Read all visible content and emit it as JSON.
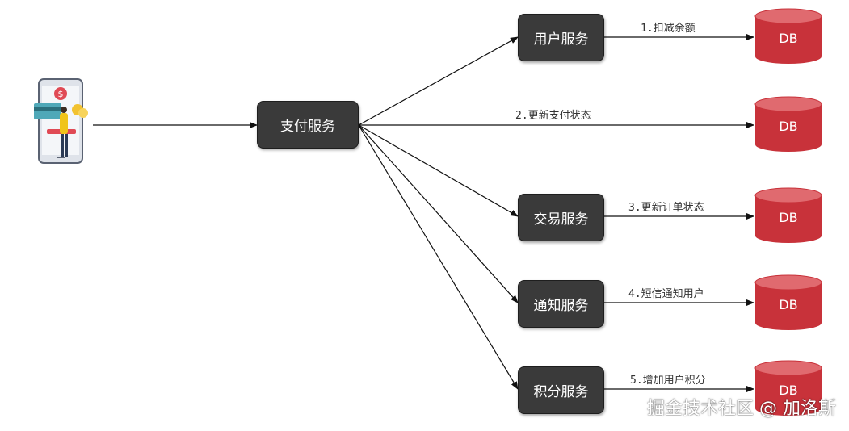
{
  "client": {
    "icon": "mobile-payment-icon"
  },
  "payment_service": {
    "label": "支付服务"
  },
  "services": [
    {
      "id": "user",
      "label": "用户服务",
      "edge_label": "1.扣减余额",
      "db_label": "DB"
    },
    {
      "id": "trade",
      "label": "交易服务",
      "edge_label": "3.更新订单状态",
      "db_label": "DB"
    },
    {
      "id": "notify",
      "label": "通知服务",
      "edge_label": "4.短信通知用户",
      "db_label": "DB"
    },
    {
      "id": "points",
      "label": "积分服务",
      "edge_label": "5.增加用户积分",
      "db_label": "DB"
    }
  ],
  "payment_db": {
    "edge_label": "2.更新支付状态",
    "db_label": "DB"
  },
  "watermark": "掘金技术社区 @ 加洛斯",
  "colors": {
    "box_fill": "#3a3a3a",
    "db_fill": "#c8323a",
    "db_top": "#e06a6f",
    "arrow": "#111111"
  }
}
